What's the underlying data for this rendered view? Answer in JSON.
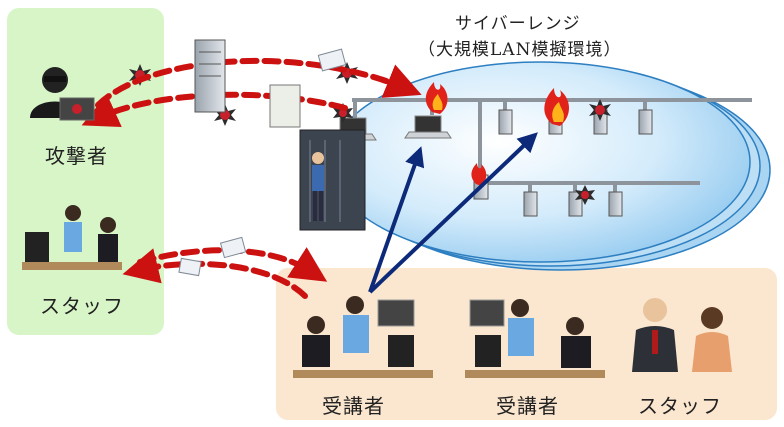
{
  "diagram": {
    "range_title": "サイバーレンジ",
    "range_subtitle": "（大規模LAN模擬環境）",
    "attacker_label": "攻撃者",
    "staff_label_left": "スタッフ",
    "trainee_label_1": "受講者",
    "trainee_label_2": "受講者",
    "staff_label_right": "スタッフ"
  },
  "colors": {
    "left_panel": "#d8f5c8",
    "bottom_panel": "#fbe6cf",
    "ellipse_fill": "#bfe0f5",
    "ellipse_stroke": "#2d7fc1",
    "attack_arrow": "#cc1111",
    "access_arrow": "#0d2a7a"
  },
  "icons": [
    "attacker-icon",
    "server-rack-icon",
    "virus-icon",
    "mail-icon",
    "fire-icon",
    "laptop-icon",
    "server-icon",
    "person-icon",
    "desktop-icon"
  ]
}
